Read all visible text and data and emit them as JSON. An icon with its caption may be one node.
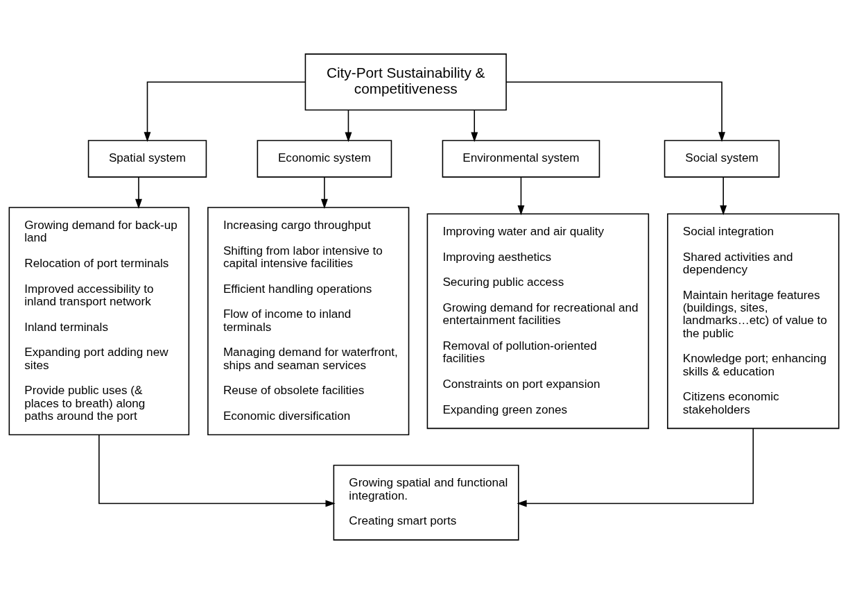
{
  "diagram": {
    "nodes": [
      {
        "text": [
          "City-Port Sustainability & competitiveness"
        ]
      },
      {
        "text": [
          "Spatial system"
        ]
      },
      {
        "text": [
          "Economic system"
        ]
      },
      {
        "text": [
          "Environmental system"
        ]
      },
      {
        "text": [
          "Social system"
        ]
      },
      {
        "text": [
          "Growing demand for back-up land",
          "Relocation of port terminals",
          "Improved accessibility to inland transport network",
          "Inland terminals",
          "Expanding port adding new sites",
          "Provide public uses (& places to breath) along paths around the port"
        ]
      },
      {
        "text": [
          "Increasing cargo throughput",
          "Shifting from labor intensive to capital intensive facilities",
          "Efficient handling operations",
          "Flow of income to inland terminals",
          "Managing demand for waterfront, ships and seaman services",
          "Reuse of obsolete facilities",
          "Economic diversification"
        ]
      },
      {
        "text": [
          "Improving water and air quality",
          "Improving aesthetics",
          "Securing public access",
          "Growing demand for recreational and entertainment facilities",
          "Removal of pollution-oriented facilities",
          "Constraints on port expansion",
          "Expanding green zones"
        ]
      },
      {
        "text": [
          "Social integration",
          "Shared activities and dependency",
          "Maintain heritage features (buildings, sites, landmarks…etc) of value to the public",
          "Knowledge port; enhancing skills & education",
          "Citizens economic stakeholders"
        ]
      },
      {
        "text": [
          "Growing spatial and functional integration.",
          "Creating smart ports"
        ]
      }
    ],
    "edges": [
      {
        "from": 0,
        "to": 1,
        "arrow": "to"
      },
      {
        "from": 0,
        "to": 2,
        "arrow": "to"
      },
      {
        "from": 0,
        "to": 3,
        "arrow": "to"
      },
      {
        "from": 0,
        "to": 4,
        "arrow": "to"
      },
      {
        "from": 1,
        "to": 5,
        "arrow": "to"
      },
      {
        "from": 2,
        "to": 6,
        "arrow": "to"
      },
      {
        "from": 3,
        "to": 7,
        "arrow": "to"
      },
      {
        "from": 4,
        "to": 8,
        "arrow": "to"
      },
      {
        "from": 5,
        "to": 9,
        "arrow": "to"
      },
      {
        "from": 8,
        "to": 9,
        "arrow": "to"
      }
    ]
  }
}
